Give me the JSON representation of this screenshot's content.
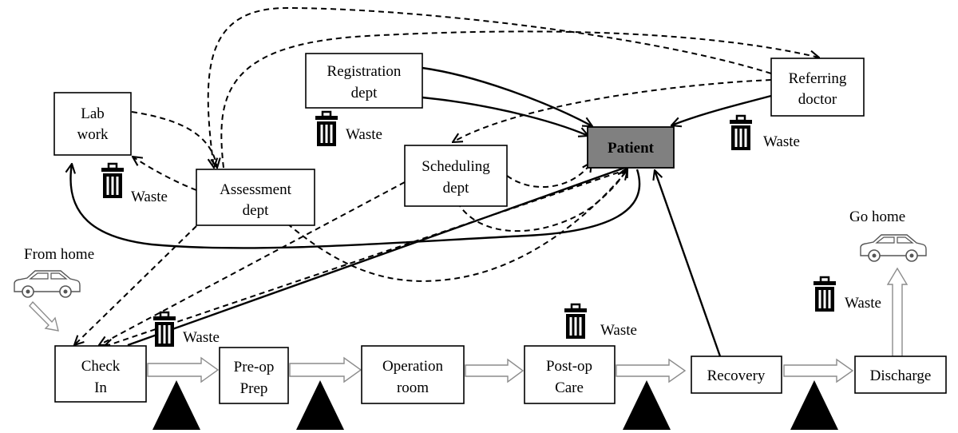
{
  "nodes": {
    "lab_work": [
      "Lab",
      "work"
    ],
    "assessment": [
      "Assessment",
      "dept"
    ],
    "registration": [
      "Registration",
      "dept"
    ],
    "scheduling": [
      "Scheduling",
      "dept"
    ],
    "patient": "Patient",
    "referring": [
      "Referring",
      "doctor"
    ],
    "check_in": [
      "Check",
      "In"
    ],
    "preop": [
      "Pre-op",
      "Prep"
    ],
    "operation": [
      "Operation",
      "room"
    ],
    "postop": [
      "Post-op",
      "Care"
    ],
    "recovery": "Recovery",
    "discharge": "Discharge"
  },
  "labels": {
    "from_home": "From home",
    "go_home": "Go home",
    "waste": "Waste"
  },
  "icons": {
    "car": "car-icon",
    "waste_bin": "trash-bin-icon",
    "inventory": "inventory-triangle-icon"
  },
  "colors": {
    "patient_fill": "#808080",
    "line": "#000000",
    "hollow_arrow": "#8c8c8c"
  }
}
